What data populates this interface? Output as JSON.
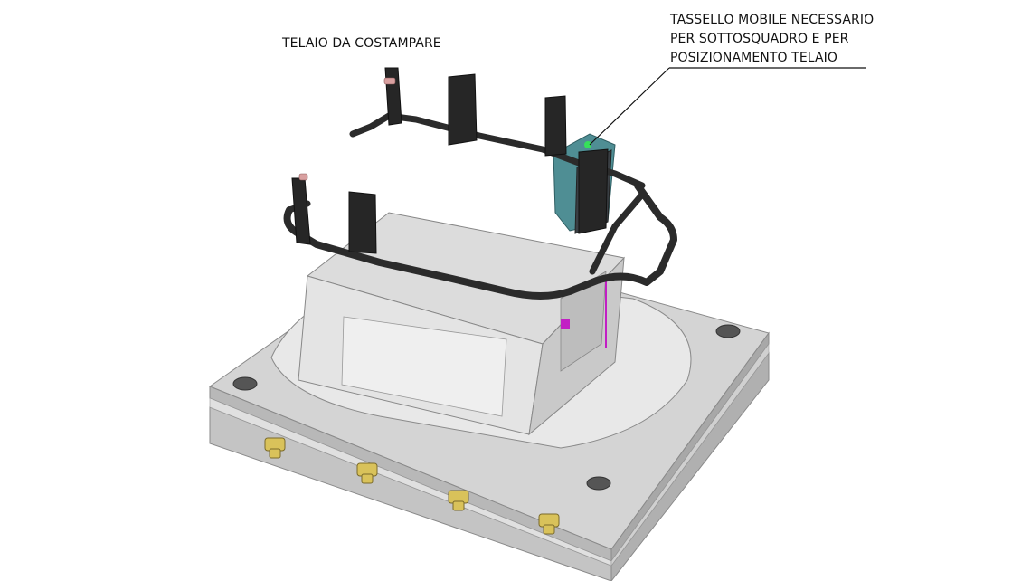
{
  "labels": {
    "frame": "TELAIO DA COSTAMPARE",
    "insert_lines": [
      "TASSELLO MOBILE NECESSARIO",
      "PER SOTTOSQUADRO E PER",
      "POSIZIONAMENTO TELAIO"
    ]
  },
  "colors": {
    "mold_plate": "#cfcfcf",
    "mold_dark": "#9a9a9a",
    "cavity": "#e6e6e6",
    "frame_wire": "#2b2b2b",
    "insert": "#4f8e94",
    "fittings": "#d9c25a",
    "accent_magenta": "#c21fc4",
    "indicator_green": "#36e05a"
  }
}
